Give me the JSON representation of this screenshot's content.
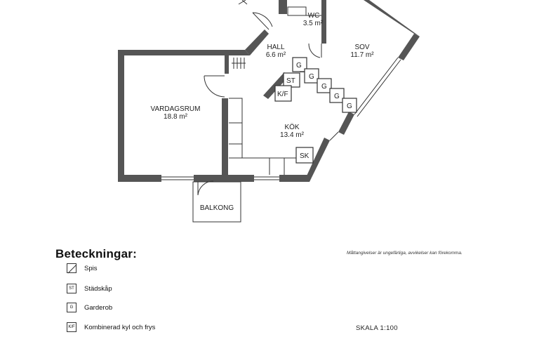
{
  "rooms": {
    "wc": {
      "name": "WC",
      "area": "3.5 m²"
    },
    "hall": {
      "name": "HALL",
      "area": "6.6 m²"
    },
    "sov": {
      "name": "SOV",
      "area": "11.7 m²"
    },
    "vardagsrum": {
      "name": "VARDAGSRUM",
      "area": "18.8 m²"
    },
    "kok": {
      "name": "KÖK",
      "area": "13.4 m²"
    },
    "balkong": {
      "name": "BALKONG"
    }
  },
  "symbols": {
    "garderob": "G",
    "stadskap": "ST",
    "kylfrys": "K/F",
    "skap": "SK"
  },
  "legend": {
    "title": "Beteckningar:",
    "items": [
      {
        "code": "",
        "label": "Spis",
        "icon": "diagonal-line-icon"
      },
      {
        "code": "ST",
        "label": "Städskåp",
        "icon": "box-icon"
      },
      {
        "code": "G",
        "label": "Garderob",
        "icon": "box-icon"
      },
      {
        "code": "K/F",
        "label": "Kombinerad kyl och frys",
        "icon": "box-icon"
      }
    ]
  },
  "note": "Måttangivelser är ungefärliga, avvikelser kan förekomma.",
  "scale": "SKALA 1:100",
  "colors": {
    "wall": "#555555",
    "line": "#333333"
  }
}
